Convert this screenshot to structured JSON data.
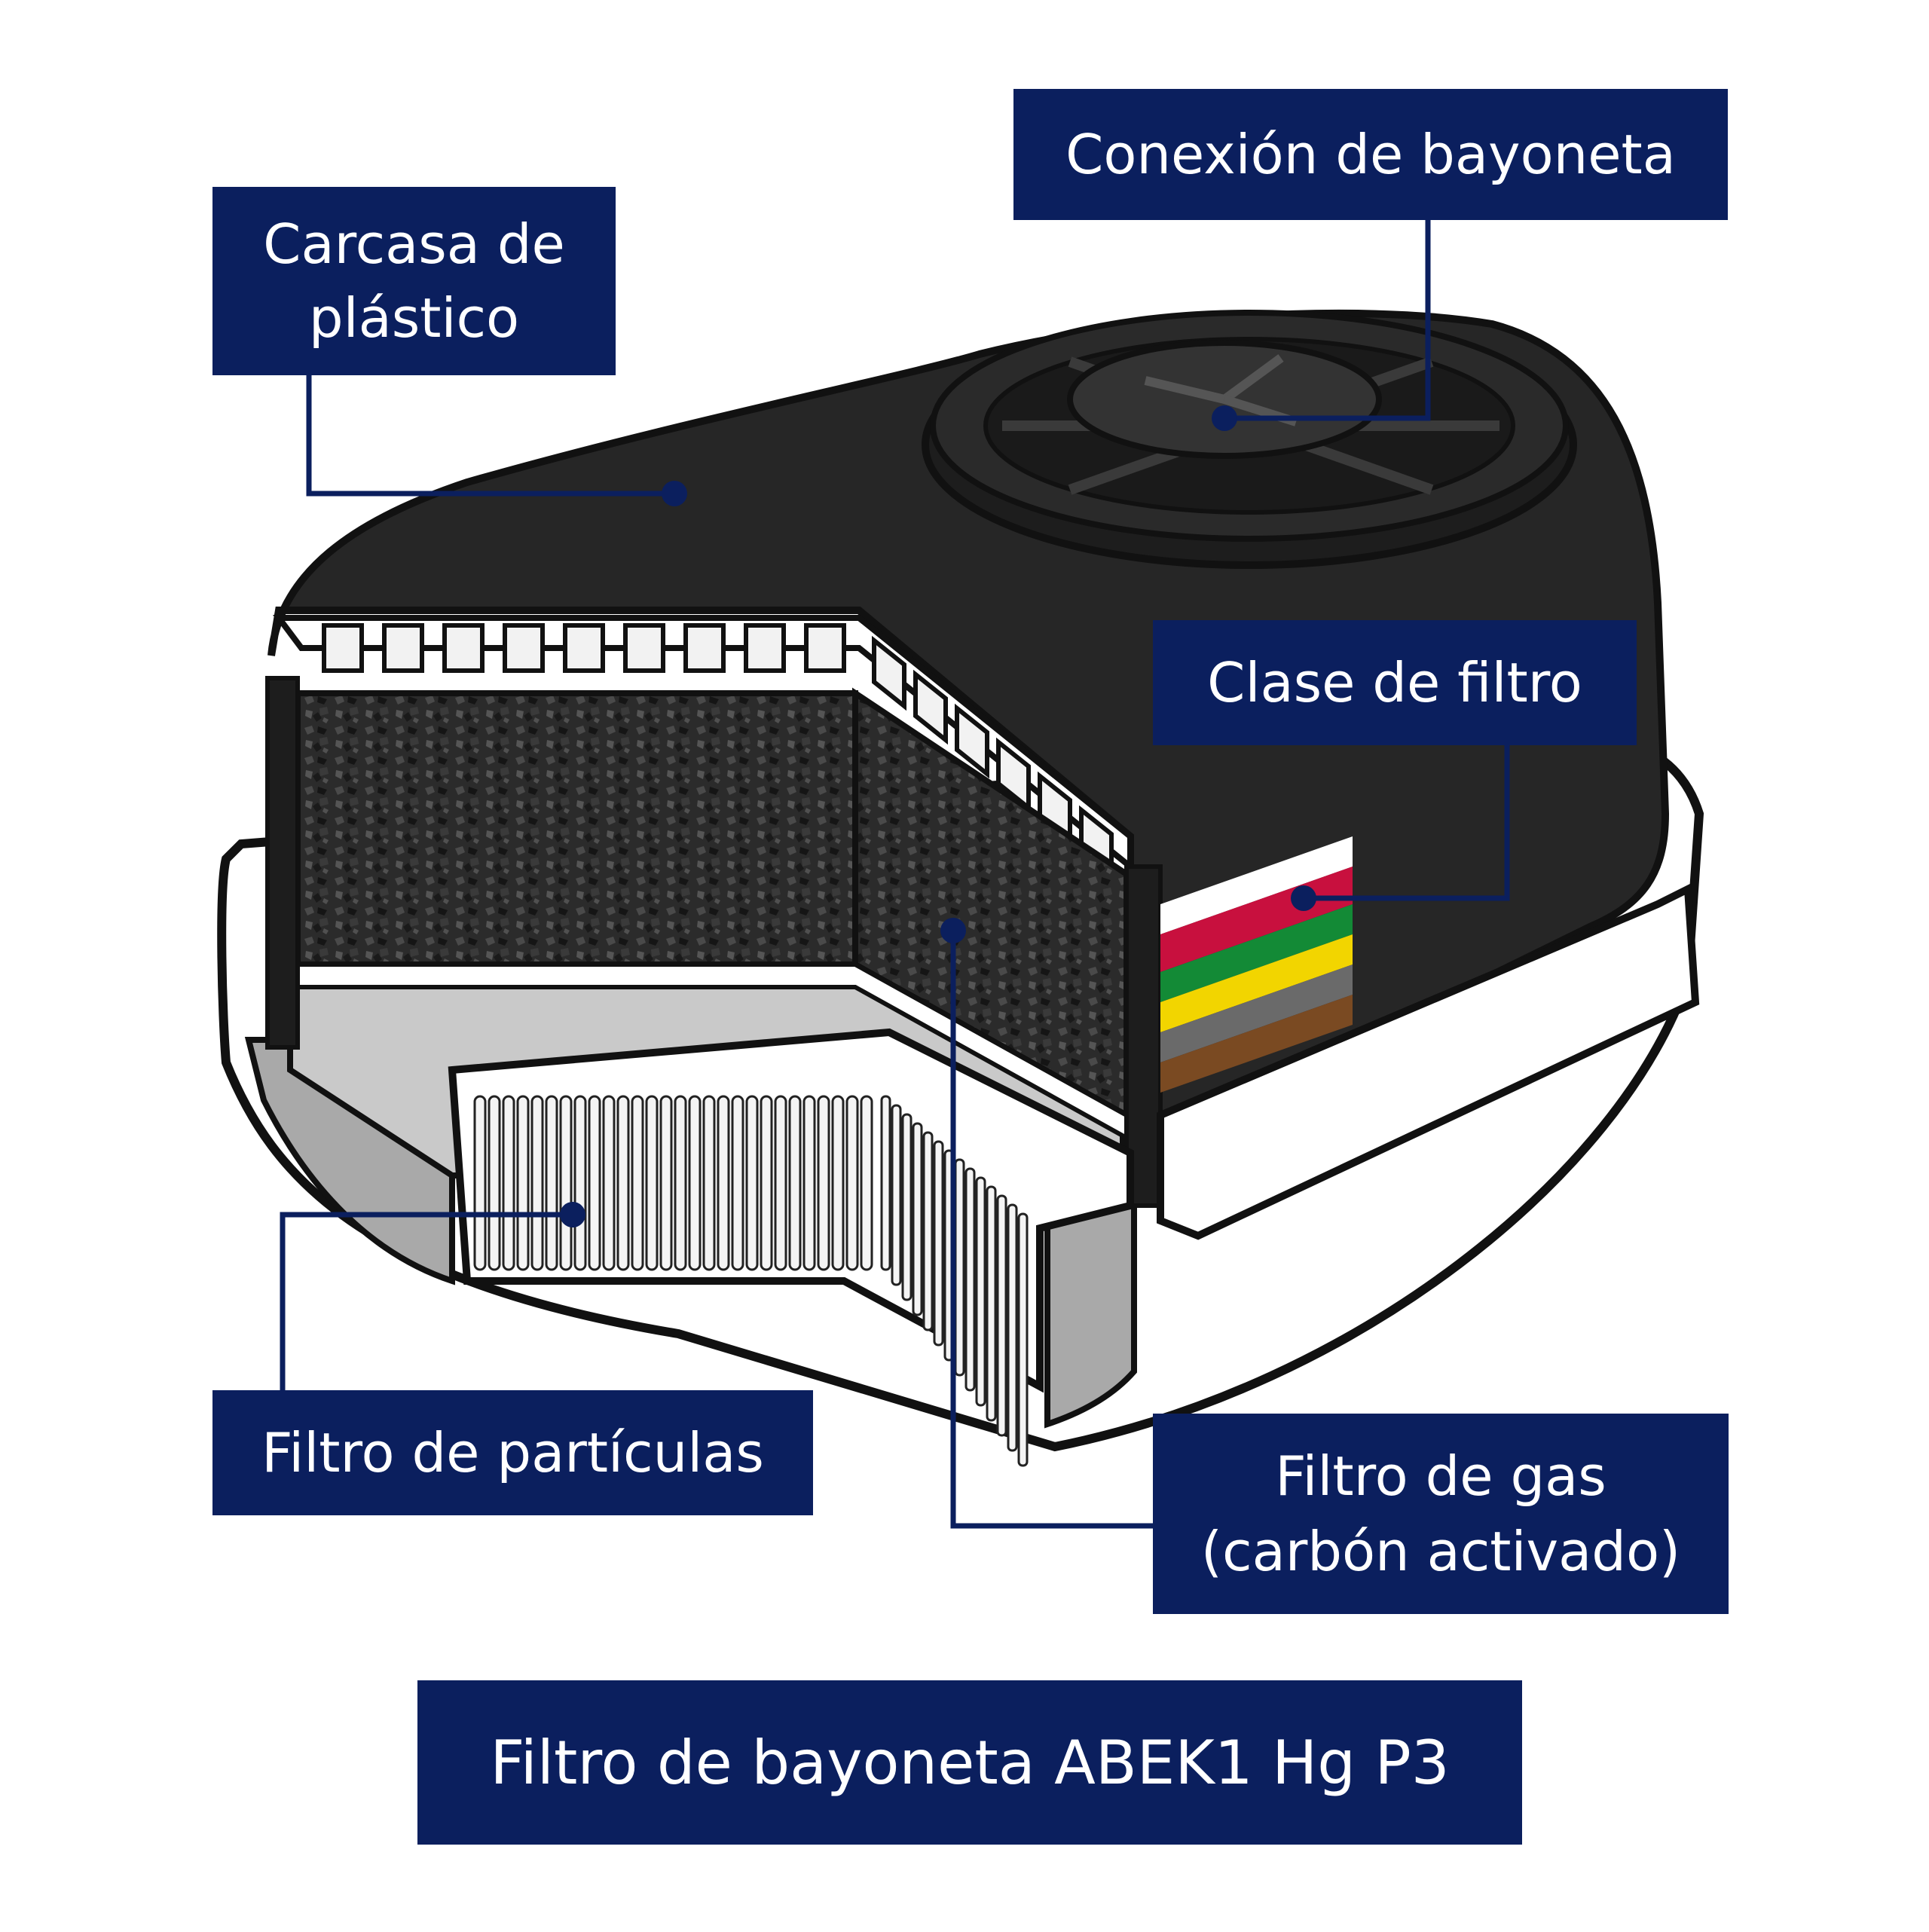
{
  "labels": {
    "carcasa": {
      "line1": "Carcasa de",
      "line2": "plástico"
    },
    "conexion": "Conexión de bayoneta",
    "clase": "Clase de filtro",
    "particulas": "Filtro de partículas",
    "gas": {
      "line1": "Filtro de gas",
      "line2": "(carbón activado)"
    }
  },
  "title": "Filtro de bayoneta ABEK1 Hg P3",
  "colors": {
    "label_bg": "#0b1f5e",
    "label_text": "#ffffff",
    "housing": "#262626",
    "outline": "#111111",
    "carbon": "#2e2e2e",
    "filter_paper": "#f4f4f4",
    "shell_grey": "#a9a9a9",
    "band_white": "#ffffff",
    "band_red": "#c8103e",
    "band_green": "#138a36",
    "band_yellow": "#f2d500",
    "band_grey": "#6a6a6a",
    "band_brown": "#7a4a22"
  }
}
